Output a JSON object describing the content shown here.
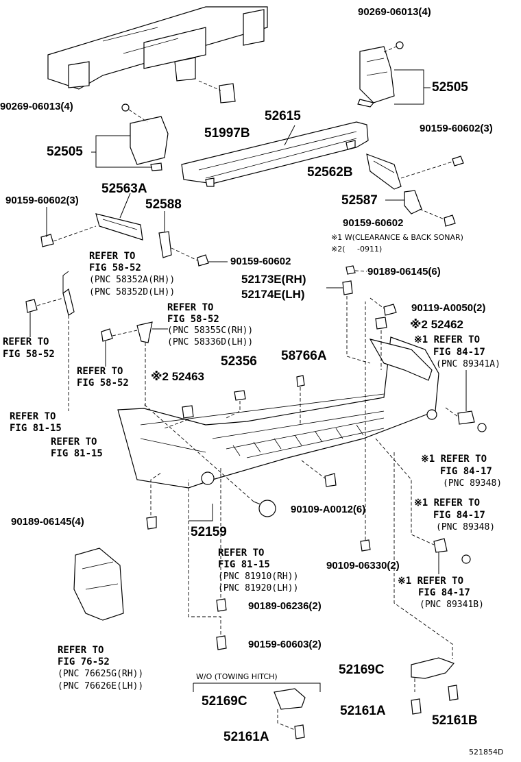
{
  "labels": {
    "bolt_90269_top": "90269-06013(4)",
    "part_52505_rh": "52505",
    "bolt_90269_left": "90269-06013(4)",
    "part_51997b": "51997B",
    "part_52615": "52615",
    "bolt_90159_3_rh": "90159-60602(3)",
    "part_52505_lh": "52505",
    "part_52562b": "52562B",
    "part_52563a": "52563A",
    "bolt_90159_3_lh": "90159-60602(3)",
    "part_52588": "52588",
    "part_52587": "52587",
    "bolt_90159_60602_a": "90159-60602",
    "note_1": "※1 W(CLEARANCE & BACK SONAR)",
    "note_2": "※2(     -0911)",
    "ref_fig58_a": "REFER TO",
    "ref_fig58_a2": "FIG 58-52",
    "pnc_58352a": "(PNC 58352A(RH))",
    "pnc_58352d": "(PNC 58352D(LH))",
    "bolt_90159_60602_b": "90159-60602",
    "clip_90189_6": "90189-06145(6)",
    "part_52173e": "52173E(RH)",
    "part_52174e": "52174E(LH)",
    "ref_fig58_b": "REFER TO",
    "ref_fig58_b2": "FIG 58-52",
    "pnc_58355c": "(PNC 58355C(RH))",
    "pnc_58336d": "(PNC 58336D(LH))",
    "bolt_90119": "90119-A0050(2)",
    "part_52462": "※2 52462",
    "ref_fig58_c": "REFER TO",
    "ref_fig58_c2": "FIG 58-52",
    "ref_fig58_d": "REFER TO",
    "ref_fig58_d2": "FIG 58-52",
    "ref_fig84_a": "※1 REFER TO",
    "ref_fig84_a2": "FIG 84-17",
    "pnc_89341a": "(PNC 89341A)",
    "part_52356": "52356",
    "part_58766a": "58766A",
    "part_52463": "※2 52463",
    "ref_fig81_a": "REFER TO",
    "ref_fig81_a2": "FIG 81-15",
    "ref_fig81_b": "REFER TO",
    "ref_fig81_b2": "FIG 81-15",
    "ref_fig84_b": "※1 REFER TO",
    "ref_fig84_b2": "FIG 84-17",
    "pnc_89348_b": "(PNC 89348)",
    "ref_fig84_c": "※1 REFER TO",
    "ref_fig84_c2": "FIG 84-17",
    "pnc_89348_c": "(PNC 89348)",
    "clip_90189_4": "90189-06145(4)",
    "part_52159": "52159",
    "bolt_90109_6": "90109-A0012(6)",
    "ref_fig81_c": "REFER TO",
    "ref_fig81_c2": "FIG 81-15",
    "pnc_81910": "(PNC 81910(RH))",
    "pnc_81920": "(PNC 81920(LH))",
    "bolt_90109_2": "90109-06330(2)",
    "ref_fig84_d": "※1 REFER TO",
    "ref_fig84_d2": "FIG 84-17",
    "pnc_89341b": "(PNC 89341B)",
    "clip_90189_06236": "90189-06236(2)",
    "bolt_90159_60603": "90159-60603(2)",
    "ref_fig76": "REFER TO",
    "ref_fig76_2": "FIG 76-52",
    "pnc_76625g": "(PNC 76625G(RH))",
    "pnc_76626e": "(PNC 76626E(LH))",
    "wo_towing": "W/O (TOWING HITCH)",
    "part_52169c_lower": "52169C",
    "part_52169c_right": "52169C",
    "part_52161a_lower": "52161A",
    "part_52161a_right": "52161A",
    "part_52161b": "52161B",
    "diagram_id": "521854D"
  }
}
